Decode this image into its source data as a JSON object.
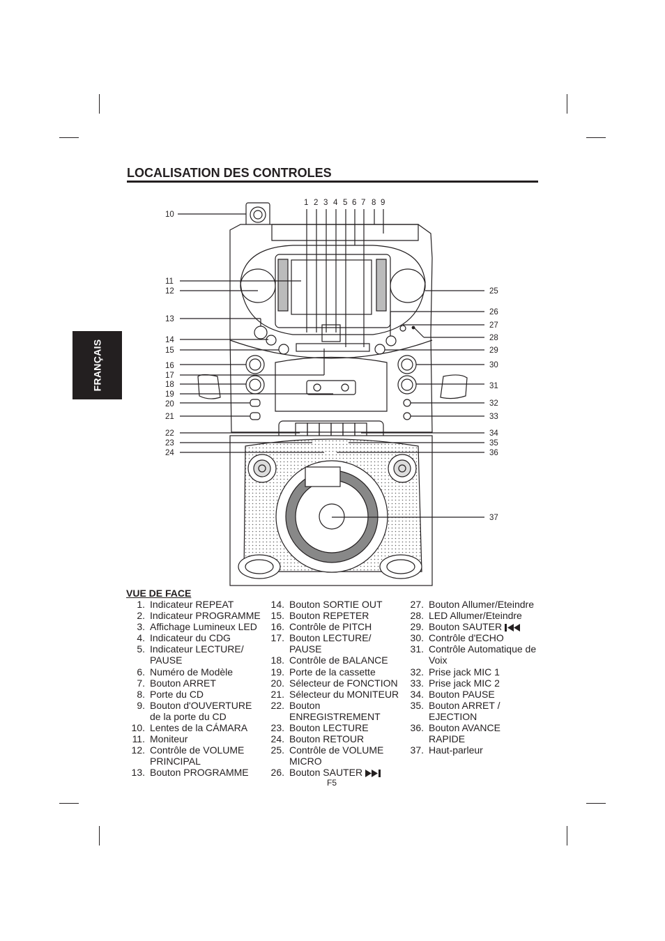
{
  "page": {
    "title": "LOCALISATION DES CONTROLES",
    "language_tab": "FRANÇAIS",
    "page_number": "F5"
  },
  "diagram": {
    "callouts_top": [
      "1",
      "2",
      "3",
      "4",
      "5",
      "6",
      "7",
      "8",
      "9"
    ],
    "callouts_left": [
      "10",
      "11",
      "12",
      "13",
      "14",
      "15",
      "16",
      "17",
      "18",
      "19",
      "20",
      "21",
      "22",
      "23",
      "24"
    ],
    "callouts_right": [
      "25",
      "26",
      "27",
      "28",
      "29",
      "30",
      "31",
      "32",
      "33",
      "34",
      "35",
      "36",
      "37"
    ]
  },
  "legend": {
    "heading": "VUE DE FACE",
    "columns": [
      [
        {
          "num": "1.",
          "text": "Indicateur REPEAT"
        },
        {
          "num": "2.",
          "text": "Indicateur PROGRAMME"
        },
        {
          "num": "3.",
          "text": "Affichage Lumineux LED"
        },
        {
          "num": "4.",
          "text": "Indicateur du CDG"
        },
        {
          "num": "5.",
          "text": "Indicateur LECTURE/"
        },
        {
          "num": "",
          "text": "PAUSE"
        },
        {
          "num": "6.",
          "text": "Numéro de Modèle"
        },
        {
          "num": "7.",
          "text": "Bouton ARRET"
        },
        {
          "num": "8.",
          "text": "Porte du CD"
        },
        {
          "num": "9.",
          "text": "Bouton d'OUVERTURE"
        },
        {
          "num": "",
          "text": "de la porte du CD"
        },
        {
          "num": "10.",
          "text": "Lentes de la CÁMARA"
        },
        {
          "num": "11.",
          "text": "Moniteur"
        },
        {
          "num": "12.",
          "text": "Contrôle de VOLUME"
        },
        {
          "num": "",
          "text": "PRINCIPAL"
        },
        {
          "num": "13.",
          "text": "Bouton PROGRAMME"
        }
      ],
      [
        {
          "num": "14.",
          "text": "Bouton SORTIE OUT"
        },
        {
          "num": "15.",
          "text": "Bouton REPETER"
        },
        {
          "num": "16.",
          "text": "Contrôle de PITCH"
        },
        {
          "num": "17.",
          "text": "Bouton LECTURE/"
        },
        {
          "num": "",
          "text": "PAUSE"
        },
        {
          "num": "18.",
          "text": "Contrôle de BALANCE"
        },
        {
          "num": "19.",
          "text": "Porte de la cassette"
        },
        {
          "num": "20.",
          "text": "Sélecteur de FONCTION"
        },
        {
          "num": "21.",
          "text": "Sélecteur du MONITEUR"
        },
        {
          "num": "22.",
          "text": "Bouton"
        },
        {
          "num": "",
          "text": "ENREGISTREMENT"
        },
        {
          "num": "23.",
          "text": "Bouton LECTURE"
        },
        {
          "num": "24.",
          "text": "Bouton RETOUR"
        },
        {
          "num": "25.",
          "text": "Contrôle de VOLUME"
        },
        {
          "num": "",
          "text": "MICRO"
        },
        {
          "num": "26.",
          "text": "Bouton SAUTER",
          "icon": "skip-forward-icon"
        }
      ],
      [
        {
          "num": "27.",
          "text": "Bouton Allumer/Eteindre"
        },
        {
          "num": "28.",
          "text": "LED Allumer/Eteindre"
        },
        {
          "num": "29.",
          "text": "Bouton SAUTER",
          "icon": "skip-back-icon"
        },
        {
          "num": "30.",
          "text": "Contrôle d'ECHO"
        },
        {
          "num": "31.",
          "text": "Contrôle Automatique de"
        },
        {
          "num": "",
          "text": "Voix"
        },
        {
          "num": "32.",
          "text": "Prise jack MIC 1"
        },
        {
          "num": "33.",
          "text": "Prise jack MIC 2"
        },
        {
          "num": "34.",
          "text": "Bouton PAUSE"
        },
        {
          "num": "35.",
          "text": "Bouton ARRET /"
        },
        {
          "num": "",
          "text": "EJECTION"
        },
        {
          "num": "36.",
          "text": "Bouton AVANCE"
        },
        {
          "num": "",
          "text": "RAPIDE"
        },
        {
          "num": "37.",
          "text": "Haut-parleur"
        }
      ]
    ]
  }
}
